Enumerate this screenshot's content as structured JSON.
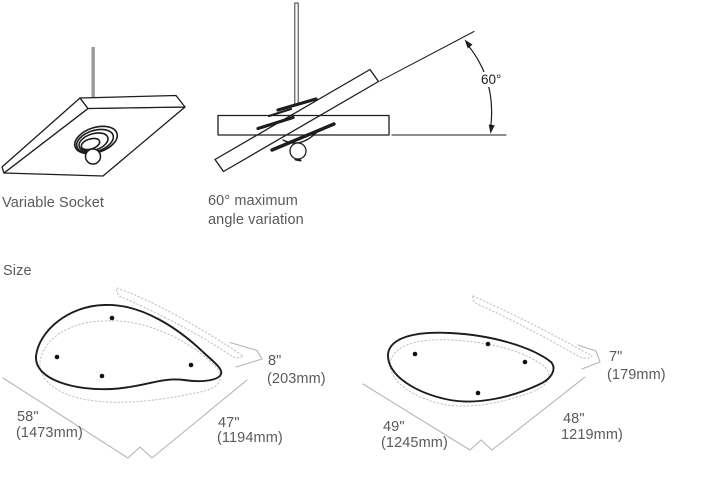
{
  "document": {
    "size_heading": "Size"
  },
  "variable_socket": {
    "caption": "Variable Socket"
  },
  "angle_variation": {
    "caption_line1": "60° maximum",
    "caption_line2": "angle variation",
    "angle_label": "60°"
  },
  "fixtures": [
    {
      "id": "fixture-large",
      "width_in": "58\"",
      "width_mm": "(1473mm)",
      "depth_in": "47\"",
      "depth_mm": "(1194mm)",
      "height_in": "8\"",
      "height_mm": "(203mm)"
    },
    {
      "id": "fixture-small",
      "width_in": "49\"",
      "width_mm": "(1245mm)",
      "depth_in": "48\"",
      "depth_mm": "1219mm)",
      "height_in": "7\"",
      "height_mm": "(179mm)"
    }
  ],
  "colors": {
    "line": "#1d1d1b",
    "text_gray": "#595a5c",
    "dim_line": "#b5b5b5",
    "dotted": "#c4c4c4",
    "rod": "#9a9a9a"
  }
}
